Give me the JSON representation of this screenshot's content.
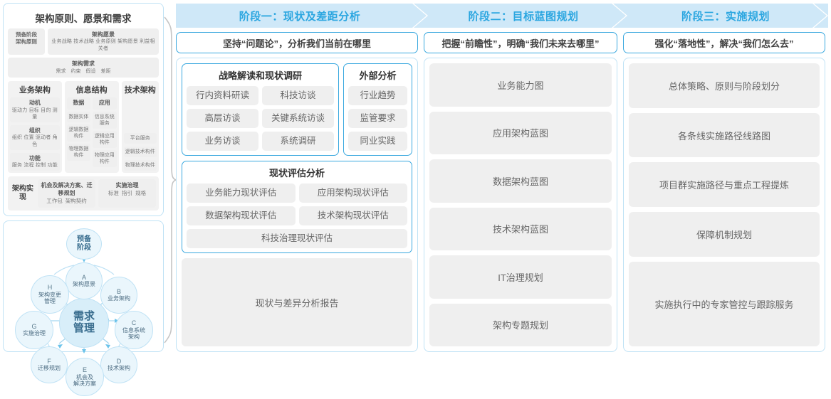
{
  "left_panel": {
    "togaf_framework": {
      "title": "架构原则、愿景和需求",
      "prep": {
        "line1": "预备阶段",
        "line2": "架构原则"
      },
      "vision": {
        "label": "架构愿景",
        "items": "业务战略 技术战略 业务原则 架构愿景 利益相关者"
      },
      "requirements": {
        "label": "架构需求",
        "items": "需求　约束　假设　差距"
      },
      "columns": [
        {
          "head": "业务架构",
          "blocks": [
            {
              "label": "动机",
              "items": "驱动力 目标 目的 测量"
            },
            {
              "label": "组织",
              "items": "组织 位置 驱动者 角色"
            },
            {
              "label": "功能",
              "items": "服务 流程 控制 功能"
            }
          ]
        },
        {
          "head": "信息结构",
          "sub": [
            {
              "head": "数据",
              "items": [
                "数据实体",
                "逻辑数据构件",
                "物理数据构件"
              ]
            },
            {
              "head": "应用",
              "items": [
                "信息系统服务",
                "逻辑应用构件",
                "物理应用构件"
              ]
            }
          ]
        },
        {
          "head": "技术架构",
          "items": [
            "平台服务",
            "逻辑技术构件",
            "物理技术构件"
          ]
        }
      ],
      "implementation": {
        "label": "架构实现",
        "cards": [
          {
            "title": "机会及解决方案、迁移规划",
            "items": "工作包 架构契约"
          },
          {
            "title": "实施治理",
            "items": "标准 指引 规格"
          }
        ]
      }
    },
    "adm_cycle": {
      "prep": "预备\n阶段",
      "center": "需求\n管理",
      "nodes": [
        {
          "letter": "A",
          "name": "架构愿景"
        },
        {
          "letter": "B",
          "name": "业务架构"
        },
        {
          "letter": "C",
          "name": "信息系统\n架构"
        },
        {
          "letter": "D",
          "name": "技术架构"
        },
        {
          "letter": "E",
          "name": "机会及\n解决方案"
        },
        {
          "letter": "F",
          "name": "迁移规划"
        },
        {
          "letter": "G",
          "name": "实施治理"
        },
        {
          "letter": "H",
          "name": "架构变更\n管理"
        }
      ]
    }
  },
  "phases": [
    {
      "header": "阶段一：现状及差距分析",
      "tagline": "坚持“问题论”，分析我们当前在哪里",
      "groups": [
        {
          "title": "战略解读和现状调研",
          "chips": [
            [
              "行内资料研读",
              "科技访谈"
            ],
            [
              "高层访谈",
              "关键系统访谈"
            ],
            [
              "业务访谈",
              "系统调研"
            ]
          ]
        },
        {
          "title": "外部分析",
          "chips": [
            [
              "行业趋势"
            ],
            [
              "监管要求"
            ],
            [
              "同业实践"
            ]
          ]
        },
        {
          "title": "现状评估分析",
          "chips": [
            [
              "业务能力现状评估",
              "应用架构现状评估"
            ],
            [
              "数据架构现状评估",
              "技术架构现状评估"
            ],
            [
              "科技治理现状评估"
            ]
          ]
        }
      ],
      "report": "现状与差异分析报告"
    },
    {
      "header": "阶段二：目标蓝图规划",
      "tagline": "把握“前瞻性”，明确“我们未来去哪里”",
      "items": [
        "业务能力图",
        "应用架构蓝图",
        "数据架构蓝图",
        "技术架构蓝图",
        "IT治理规划",
        "架构专题规划"
      ]
    },
    {
      "header": "阶段三：实施规划",
      "tagline": "强化“落地性”，解决“我们怎么去”",
      "items": [
        "总体策略、原则与阶段划分",
        "各条线实施路径线路图",
        "项目群实施路径与重点工程提炼",
        "保障机制规划",
        "实施执行中的专家管控与跟踪服务"
      ]
    }
  ],
  "colors": {
    "header_band": "#cfe8f8",
    "header_text": "#2ba6e0",
    "accent_border": "#3aa8df",
    "soft_border": "#bfe2f5",
    "chip_bg": "#efefef",
    "brace": "#bfbfbf"
  }
}
